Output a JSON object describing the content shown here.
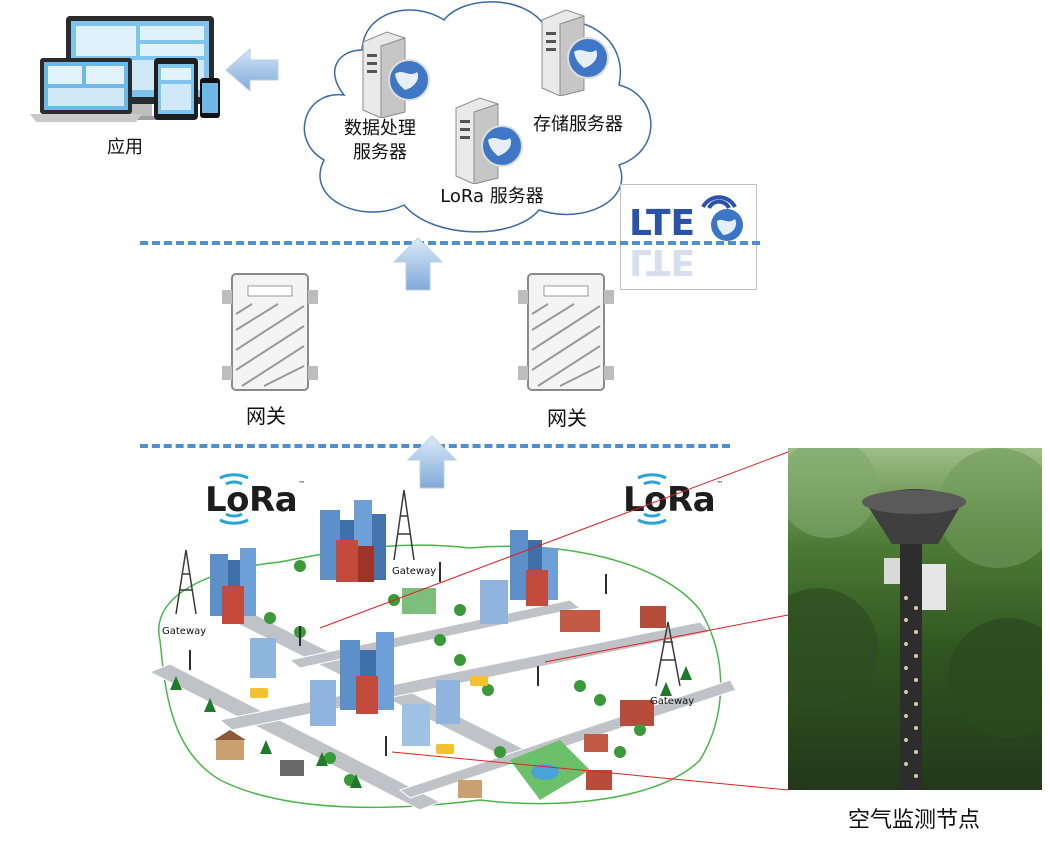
{
  "labels": {
    "app": "应用",
    "data_processing_server_line1": "数据处理",
    "data_processing_server_line2": "服务器",
    "storage_server": "存储服务器",
    "lora_server": "LoRa 服务器",
    "gateway_left": "网关",
    "gateway_right": "网关",
    "air_node": "空气监测节点"
  },
  "logos": {
    "lte": "LTE",
    "lora_left": "LoRa",
    "lora_right": "LoRa",
    "tm": "™"
  },
  "city": {
    "gateway_labels": [
      "Gateway",
      "Gateway",
      "Gateway"
    ]
  },
  "colors": {
    "dash": "#4f8fd0",
    "arrow": "#9cc0e6",
    "link_line": "#e02020",
    "city_boundary": "#49b649"
  }
}
